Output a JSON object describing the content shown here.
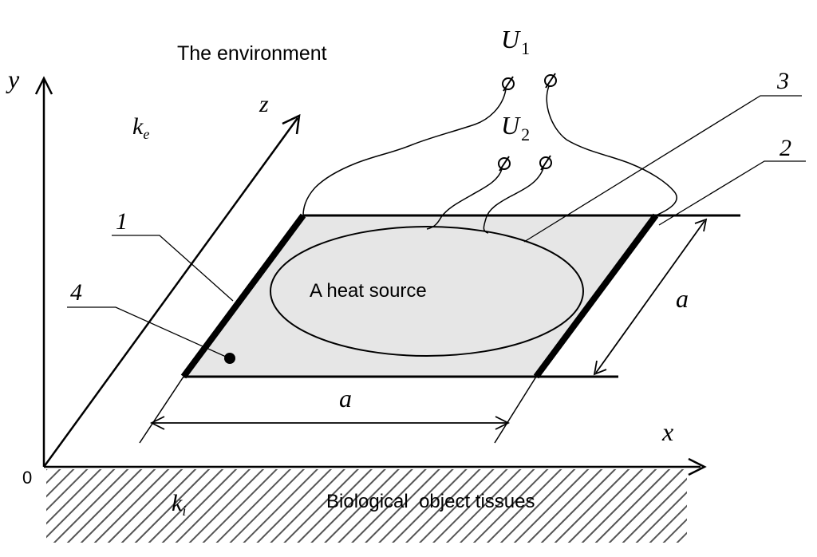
{
  "labels": {
    "environment": "The environment",
    "heat_source": "A heat source",
    "tissues": "Biological  object tissues",
    "u1_base": "U",
    "u1_sub": "1",
    "u2_base": "U",
    "u2_sub": "2",
    "ke_base": "k",
    "ke_sub": "e",
    "ki_base": "k",
    "ki_sub": "i",
    "axis_x": "x",
    "axis_y": "y",
    "axis_z": "z",
    "origin": "0",
    "dim_a_bottom": "a",
    "dim_a_right": "a",
    "callout_1": "1",
    "callout_2": "2",
    "callout_3": "3",
    "callout_4": "4"
  },
  "colors": {
    "stroke": "#000000",
    "plate_fill": "#e6e6e6",
    "hatch": "#555555"
  }
}
